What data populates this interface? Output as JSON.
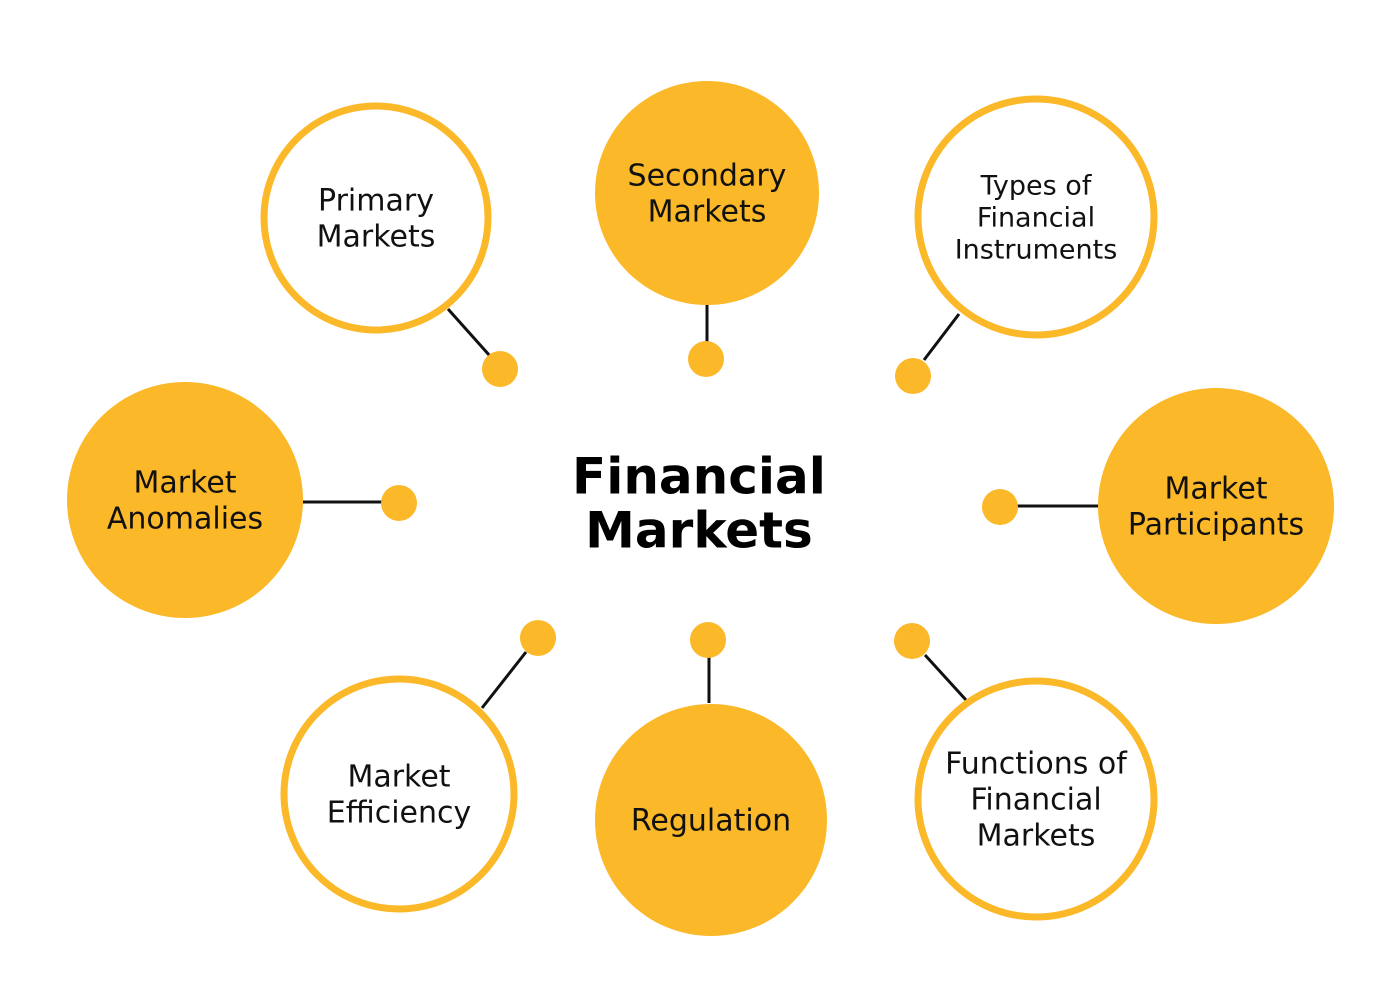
{
  "colors": {
    "accent": "#fbb829",
    "outline_fill": "#ffffff",
    "connector": "#111111",
    "text": "#111111"
  },
  "center": {
    "lines": [
      "Financial",
      "Markets"
    ]
  },
  "nodes": [
    {
      "id": "primary-markets",
      "style": "outline",
      "lines": [
        "Primary",
        "Markets"
      ]
    },
    {
      "id": "secondary-markets",
      "style": "filled",
      "lines": [
        "Secondary",
        "Markets"
      ]
    },
    {
      "id": "types-of-financial-instruments",
      "style": "outline",
      "lines": [
        "Types of",
        "Financial",
        "Instruments"
      ]
    },
    {
      "id": "market-anomalies",
      "style": "filled",
      "lines": [
        "Market",
        "Anomalies"
      ]
    },
    {
      "id": "market-participants",
      "style": "filled",
      "lines": [
        "Market",
        "Participants"
      ]
    },
    {
      "id": "market-efficiency",
      "style": "outline",
      "lines": [
        "Market",
        "Efficiency"
      ]
    },
    {
      "id": "regulation",
      "style": "filled",
      "lines": [
        "Regulation"
      ]
    },
    {
      "id": "functions-of-financial-markets",
      "style": "outline",
      "lines": [
        "Functions of",
        "Financial",
        "Markets"
      ]
    }
  ]
}
